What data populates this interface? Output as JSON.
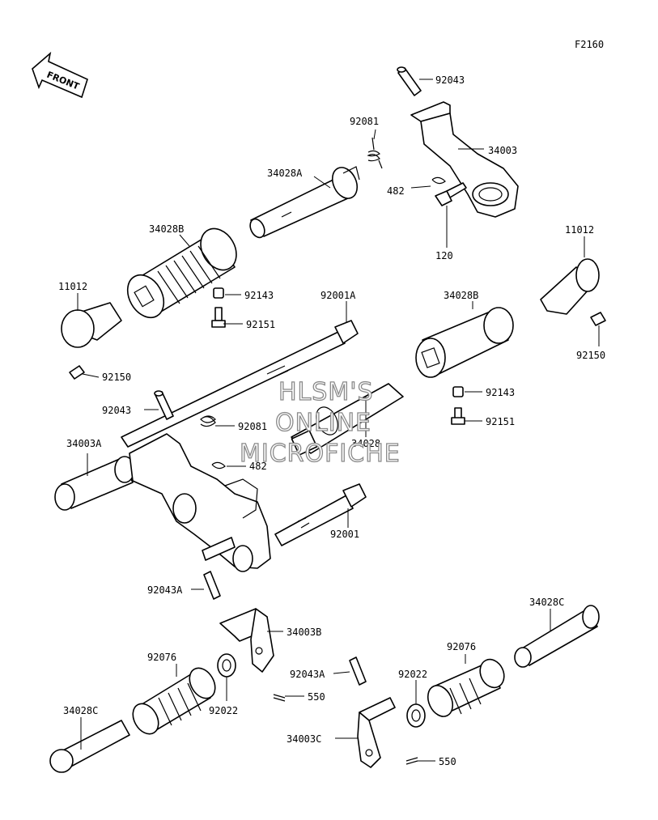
{
  "figure_code": "F2160",
  "front_arrow_label": "FRONT",
  "watermark": [
    "HLSM'S",
    "ONLINE",
    "MICROFICHE"
  ],
  "callouts": {
    "p92043_top": "92043",
    "p92081_top": "92081",
    "p34003": "34003",
    "p34028A": "34028A",
    "p482_top": "482",
    "p120": "120",
    "p34028B_left": "34028B",
    "p11012_right": "11012",
    "p11012_left": "11012",
    "p92143_left": "92143",
    "p92001A": "92001A",
    "p92151_left": "92151",
    "p34028B_right": "34028B",
    "p92150_right": "92150",
    "p92150_left": "92150",
    "p92143_right": "92143",
    "p92043_mid": "92043",
    "p92151_right": "92151",
    "p92081_mid": "92081",
    "p34028": "34028",
    "p34003A": "34003A",
    "p482_mid": "482",
    "p92001": "92001",
    "p92043A_left": "92043A",
    "p34028C_right": "34028C",
    "p34003B": "34003B",
    "p92076_left": "92076",
    "p92076_right": "92076",
    "p92043A_right": "92043A",
    "p92022_right": "92022",
    "p550_left": "550",
    "p92022_left": "92022",
    "p34028C_left": "34028C",
    "p34003C": "34003C",
    "p550_right": "550"
  }
}
